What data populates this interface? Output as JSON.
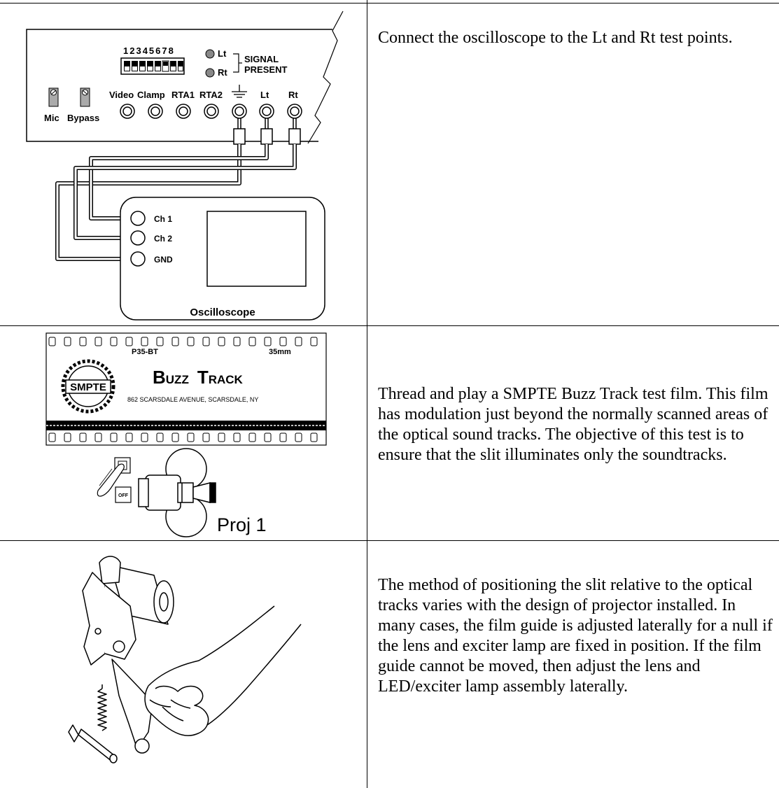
{
  "rows": [
    {
      "text": "Connect the oscilloscope to the Lt and Rt test points.",
      "panel": {
        "dip_numbers": "12345678",
        "lt_label": "Lt",
        "rt_label": "Rt",
        "signal_label": "SIGNAL",
        "present_label": "PRESENT",
        "jack_labels": [
          "Video",
          "Clamp",
          "RTA1",
          "RTA2",
          "Lt",
          "Rt"
        ],
        "mic_label": "Mic",
        "bypass_label": "Bypass"
      },
      "scope": {
        "ch1_label": "Ch 1",
        "ch2_label": "Ch 2",
        "gnd_label": "GND",
        "title": "Oscilloscope"
      }
    },
    {
      "text": "Thread and play a SMPTE Buzz Track test film. This film has modulation just beyond the normally scanned areas of the optical sound tracks. The objective of this test is to ensure that the slit illuminates only the soundtracks.",
      "film": {
        "code": "P35-BT",
        "gauge": "35mm",
        "logo": "SMPTE",
        "title_b": "B",
        "title_uzz": "UZZ",
        "title_t": "T",
        "title_rack": "RACK",
        "address": "862 SCARSDALE AVENUE, SCARSDALE, NY"
      },
      "projector": {
        "off_label": "OFF",
        "name": "Proj 1"
      }
    },
    {
      "text": "The method of positioning the slit relative to the optical tracks varies with the design of projector installed. In many cases, the film guide is adjusted laterally for a null if the lens and exciter lamp are fixed in position. If the film guide cannot be moved, then adjust the lens and LED/exciter lamp assembly laterally."
    }
  ]
}
